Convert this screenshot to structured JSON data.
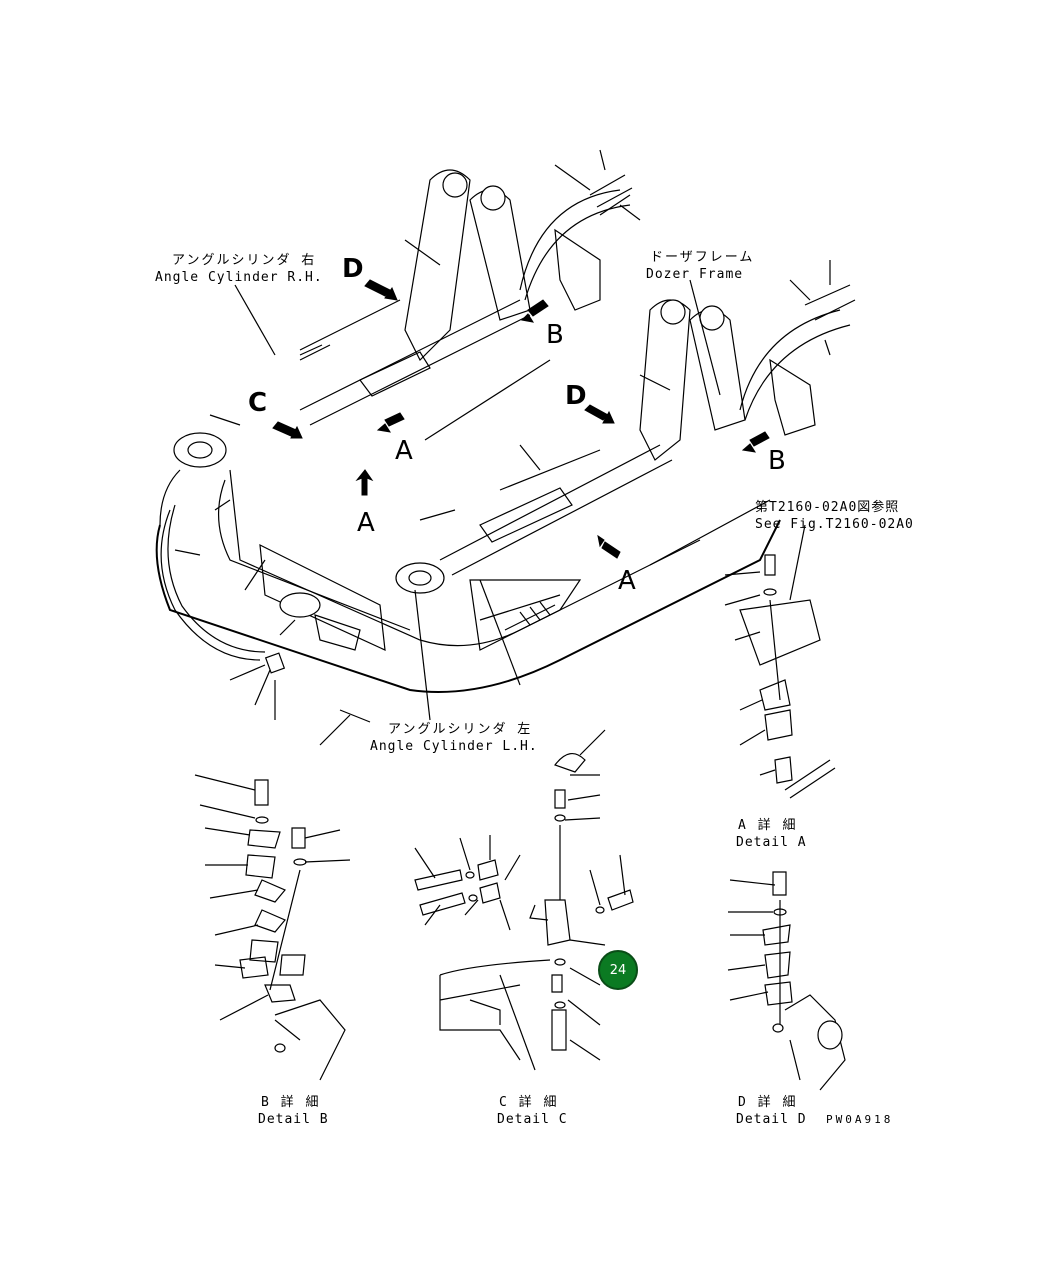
{
  "labels": {
    "angle_rh_jp": "アングルシリンダ 右",
    "angle_rh_en": "Angle Cylinder R.H.",
    "angle_lh_jp": "アングルシリンダ 左",
    "angle_lh_en": "Angle Cylinder L.H.",
    "dozer_jp": "ドーザフレーム",
    "dozer_en": "Dozer Frame",
    "see_fig_jp": "第T2160-02A0図参照",
    "see_fig_en": "See Fig.T2160-02A0"
  },
  "detail_markers": {
    "d_left": "D",
    "d_right": "D",
    "c": "C",
    "a_left": "A",
    "a_mid": "A",
    "a_right": "A",
    "b_left": "B",
    "b_right": "B"
  },
  "detail_captions": {
    "a_jp": "A 詳 細",
    "a_en": "Detail A",
    "b_jp": "B 詳 細",
    "b_en": "Detail B",
    "c_jp": "C 詳 細",
    "c_en": "Detail C",
    "d_jp": "D 詳 細",
    "d_en": "Detail D"
  },
  "drawing_code": "PW0A918",
  "callout": {
    "number": "24",
    "color": "#0b7a22"
  }
}
